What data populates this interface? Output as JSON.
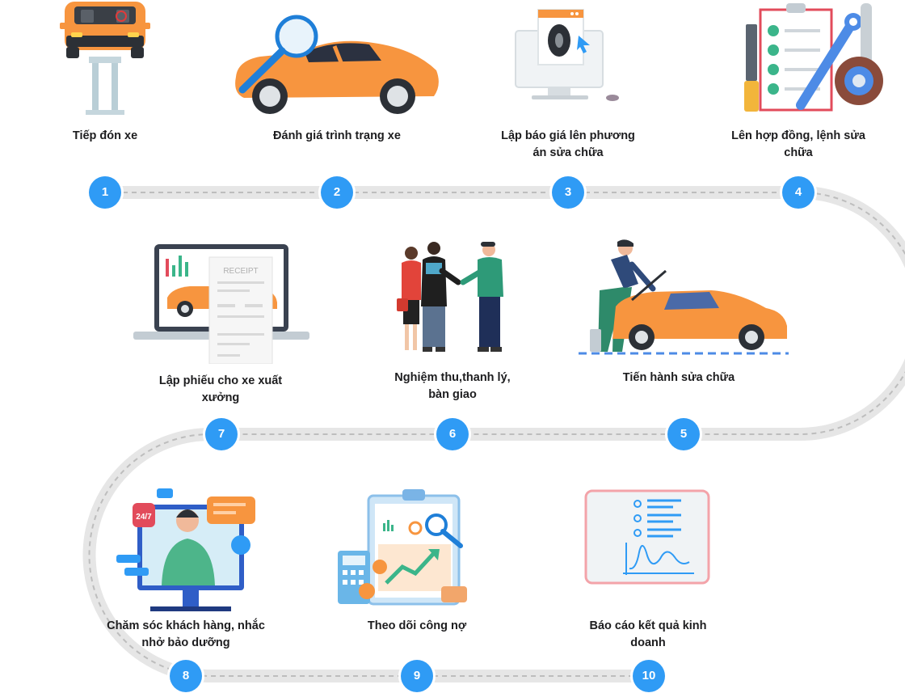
{
  "colors": {
    "accent": "#2f9bf5",
    "track": "#e6e6e6",
    "car": "#f7953f"
  },
  "steps": [
    {
      "num": "1",
      "label": "Tiếp đón xe",
      "icon": "car-lift-icon"
    },
    {
      "num": "2",
      "label": "Đánh giá trình trạng xe",
      "icon": "car-inspection-magnifier-icon"
    },
    {
      "num": "3",
      "label": "Lập báo giá lên phương án sửa chữa",
      "icon": "computer-tire-quote-icon"
    },
    {
      "num": "4",
      "label": "Lên hợp đồng, lệnh sửa chữa",
      "icon": "checklist-tools-icon"
    },
    {
      "num": "5",
      "label": "Tiến hành sửa chữa",
      "icon": "mechanic-repair-icon"
    },
    {
      "num": "6",
      "label": "Nghiệm thu,thanh lý, bàn giao",
      "icon": "handover-people-icon"
    },
    {
      "num": "7",
      "label": "Lập phiếu cho xe xuất xưởng",
      "icon": "receipt-laptop-icon"
    },
    {
      "num": "8",
      "label": "Chăm sóc khách hàng, nhắc nhở bảo dưỡng",
      "icon": "customer-support-icon"
    },
    {
      "num": "9",
      "label": "Theo dõi công nợ",
      "icon": "debt-tracking-icon"
    },
    {
      "num": "10",
      "label": "Báo cáo kết quả kinh doanh",
      "icon": "business-report-icon"
    }
  ],
  "receipt_text": "RECEIPT",
  "badge_247": "24/7"
}
